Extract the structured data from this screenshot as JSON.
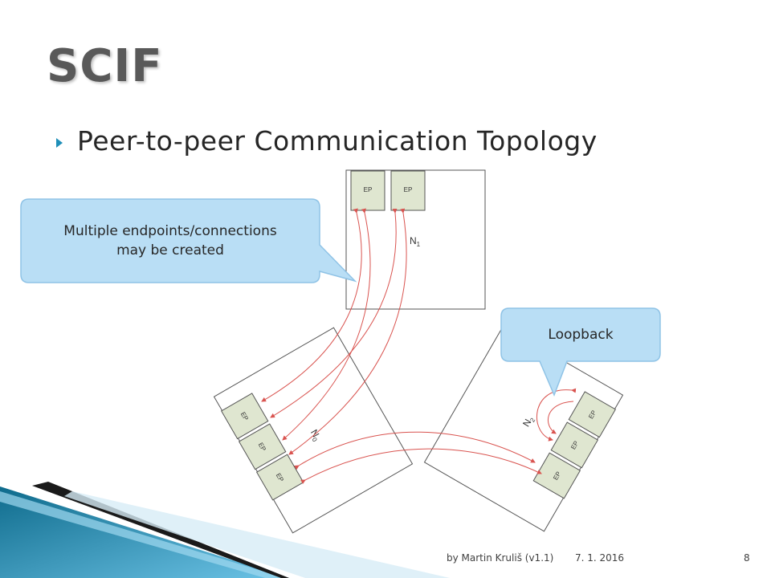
{
  "slide": {
    "title": "SCIF",
    "bullet": "Peer-to-peer Communication Topology"
  },
  "diagram": {
    "endpoint_label": "EP",
    "nodes": [
      {
        "id": "N1",
        "label_main": "N",
        "label_sub": "1"
      },
      {
        "id": "N0",
        "label_main": "N",
        "label_sub": "0"
      },
      {
        "id": "N2",
        "label_main": "N",
        "label_sub": "2"
      }
    ],
    "callouts": {
      "multiple_line1": "Multiple endpoints/connections",
      "multiple_line2": "may be created",
      "loopback": "Loopback"
    }
  },
  "footer": {
    "author": "by Martin Kruliš (v1.1)",
    "date": "7. 1. 2016",
    "page": "8"
  },
  "colors": {
    "accent": "#1f8fb8",
    "connection": "#d9534f",
    "endpoint_fill": "#dfe6d0",
    "callout_fill": "#b9def5"
  }
}
